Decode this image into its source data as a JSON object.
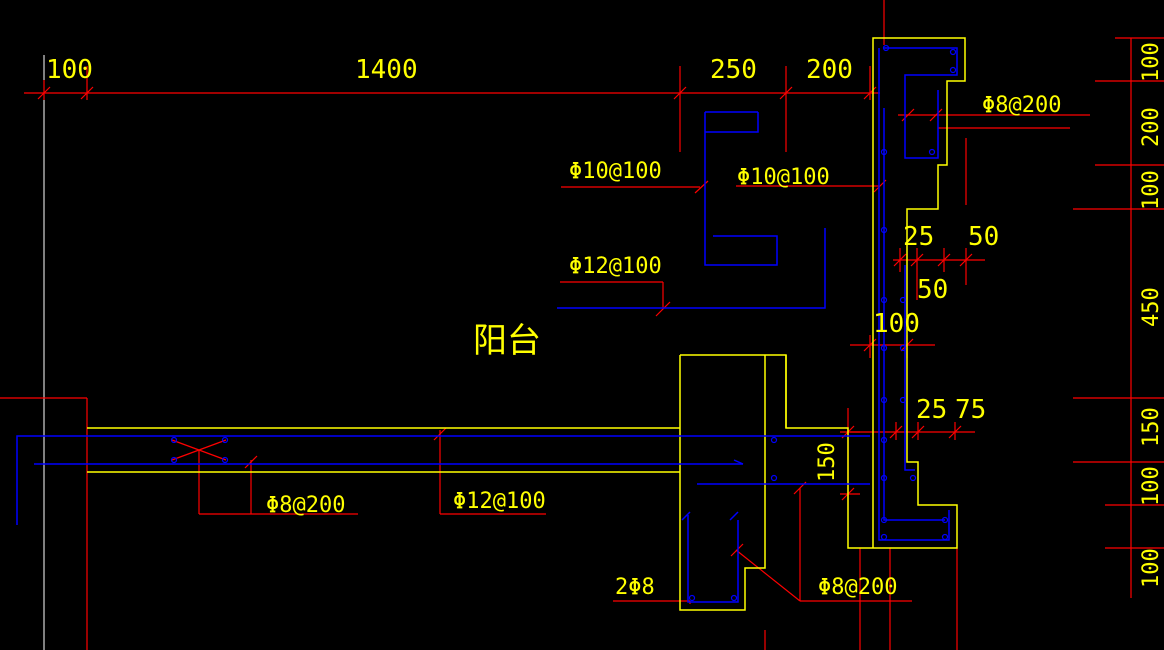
{
  "drawing": {
    "colors": {
      "background": "#000000",
      "concrete_outline": "#ffff00",
      "rebar": "#0000ff",
      "dimension_line": "#ff0000",
      "dimension_text": "#ffff00",
      "axis_line": "#ffffff"
    },
    "top_dimensions": [
      "100",
      "1400",
      "250",
      "200"
    ],
    "right_dimensions": [
      "100",
      "200",
      "100",
      "450",
      "150",
      "100",
      "100"
    ],
    "detail_dimensions": {
      "d25a": "25",
      "d50a": "50",
      "d50b": "50",
      "d100": "100",
      "d25b": "25",
      "d75": "75",
      "d150": "150"
    },
    "rebar_labels": {
      "phi10_100_left": "Φ10@100",
      "phi10_100_right": "Φ10@100",
      "phi12_100_top": "Φ12@100",
      "phi8_200_top_right": "Φ8@200",
      "phi8_200_bottom_left": "Φ8@200",
      "phi12_100_bottom": "Φ12@100",
      "two_phi8": "2Φ8",
      "phi8_200_bottom_right": "Φ8@200"
    },
    "room_label": "阳台"
  }
}
